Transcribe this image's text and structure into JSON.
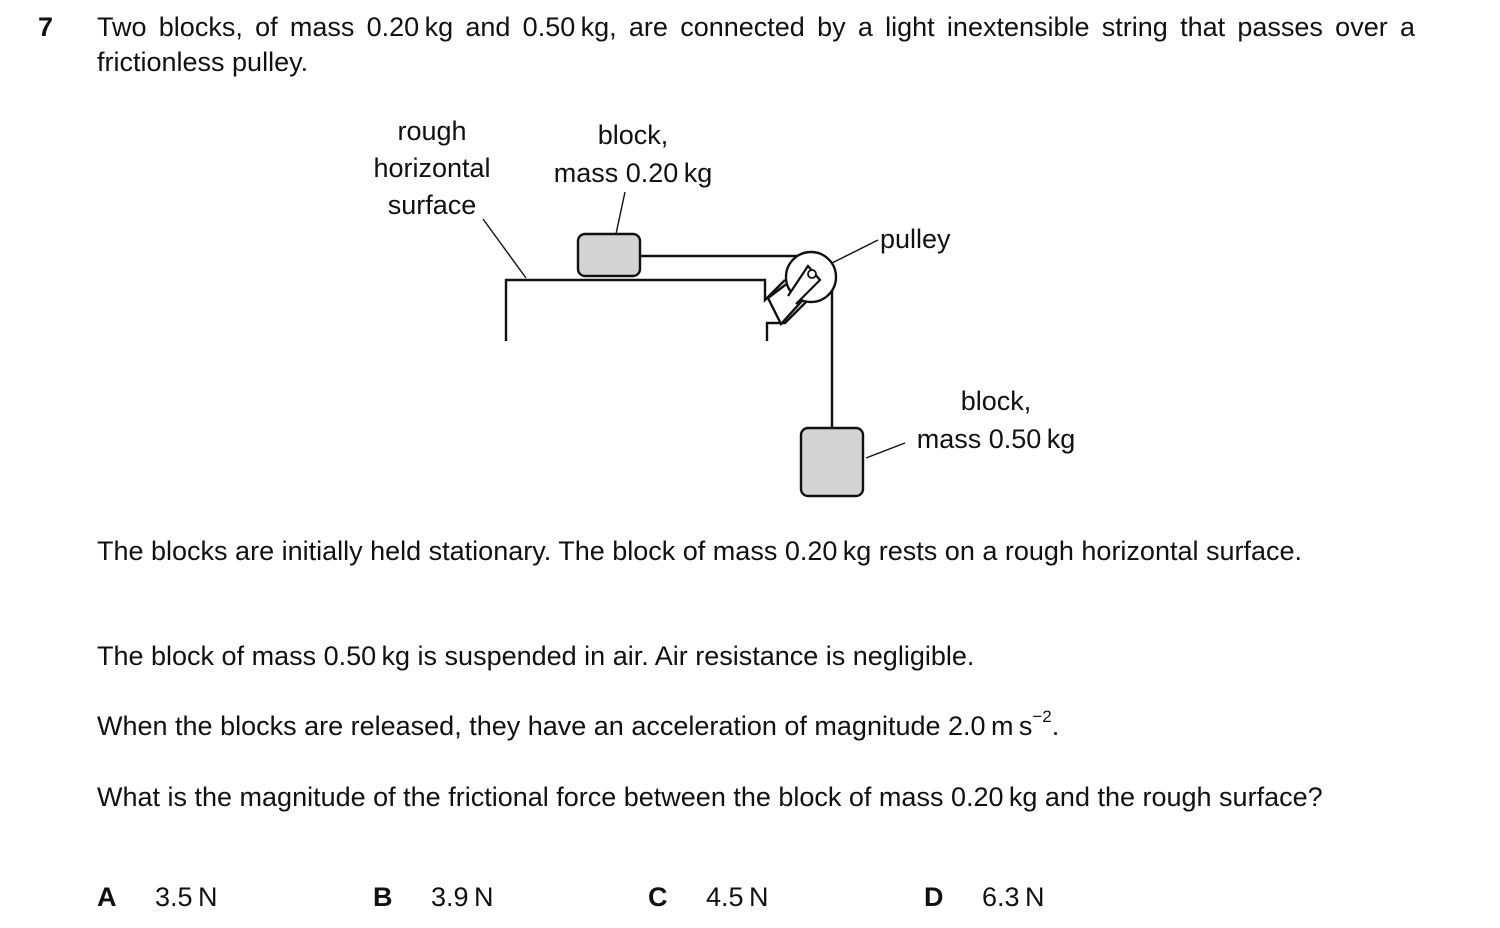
{
  "question": {
    "number": "7",
    "intro": "Two blocks, of mass 0.20 kg and 0.50 kg, are connected by a light inextensible string that passes over a frictionless pulley.",
    "paragraphs": [
      "The blocks are initially held stationary. The block of mass 0.20 kg rests on a rough horizontal surface.",
      "The block of mass 0.50 kg is suspended in air. Air resistance is negligible."
    ],
    "acceleration_text": "When the blocks are released, they have an acceleration of magnitude 2.0 m s",
    "acceleration_exponent": "−2",
    "acceleration_end": ".",
    "prompt": "What is the magnitude of the frictional force between the block of mass 0.20 kg and the rough surface?"
  },
  "diagram": {
    "label_surface": [
      "rough",
      "horizontal",
      "surface"
    ],
    "label_block_small": [
      "block,",
      "mass 0.20 kg"
    ],
    "label_pulley": "pulley",
    "label_block_large": [
      "block,",
      "mass 0.50 kg"
    ],
    "block_fill": "#d3d3d3",
    "line_color": "#111111"
  },
  "options": [
    {
      "letter": "A",
      "value": "3.5 N"
    },
    {
      "letter": "B",
      "value": "3.9 N"
    },
    {
      "letter": "C",
      "value": "4.5 N"
    },
    {
      "letter": "D",
      "value": "6.3 N"
    }
  ]
}
